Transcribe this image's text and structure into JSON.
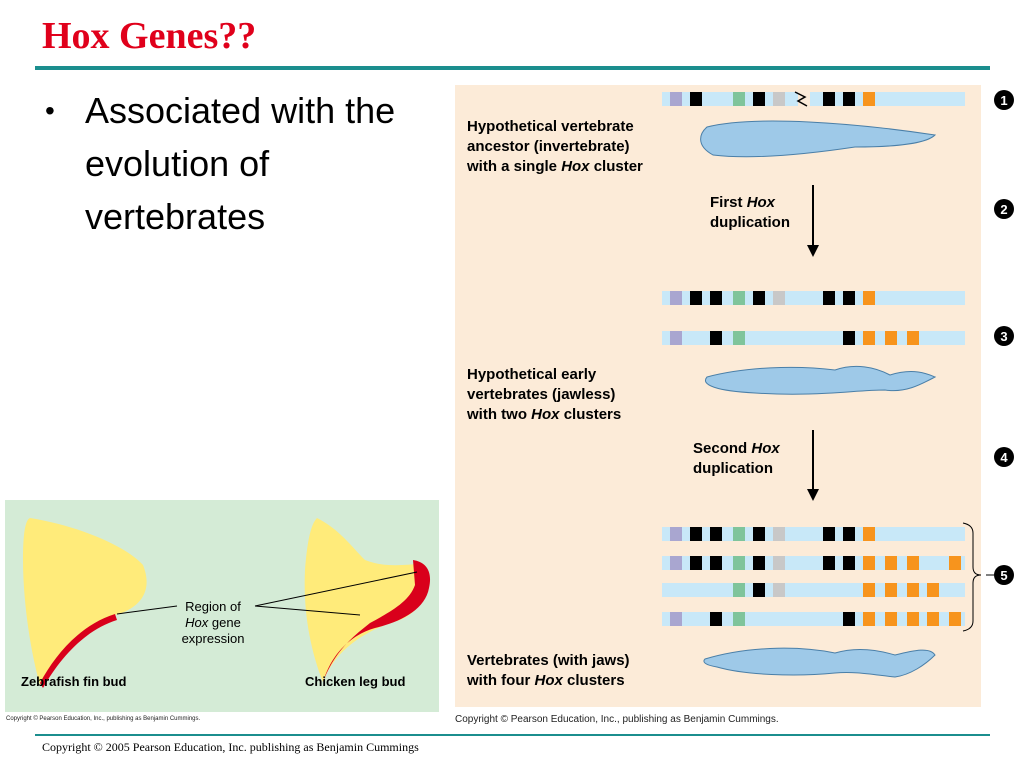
{
  "slide": {
    "title": "Hox Genes??",
    "bullets": [
      "Associated with the evolution of vertebrates"
    ],
    "footer": "Copyright © 2005 Pearson Education, Inc. publishing as Benjamin Cummings"
  },
  "fin_figure": {
    "region_label_1": "Region of",
    "region_label_2_italic": "Hox",
    "region_label_2_rest": "gene",
    "region_label_3": "expression",
    "zebrafish_label": "Zebrafish fin bud",
    "chicken_label": "Chicken leg bud",
    "copyright": "Copyright © Pearson Education, Inc., publishing as Benjamin Cummings."
  },
  "hox_figure": {
    "step_numbers": [
      "1",
      "2",
      "3",
      "4",
      "5"
    ],
    "ancestor_label": [
      "Hypothetical vertebrate",
      "ancestor (invertebrate)",
      "with a single"
    ],
    "ancestor_label_italic": "Hox",
    "ancestor_label_end": "cluster",
    "first_dup": [
      "First",
      "duplication"
    ],
    "first_dup_italic": "Hox",
    "early_label": [
      "Hypothetical early",
      "vertebrates (jawless)",
      "with two"
    ],
    "early_label_italic": "Hox",
    "early_label_end": "clusters",
    "second_dup": [
      "Second",
      "duplication"
    ],
    "second_dup_italic": "Hox",
    "jaws_label": [
      "Vertebrates (with jaws)",
      "with four"
    ],
    "jaws_label_italic": "Hox",
    "jaws_label_end": "clusters",
    "copyright": "Copyright © Pearson Education, Inc., publishing as Benjamin Cummings."
  },
  "colors": {
    "title": "#e0001b",
    "rule": "#1b8e8e",
    "chromosome": "#c8e8f8",
    "gene_black": "#000000",
    "gene_lavender": "#a9a6d0",
    "gene_green": "#7fc49b",
    "gene_gray": "#c8c8c8",
    "gene_orange": "#f7941d",
    "fish": "#9ec9e8",
    "bud_yellow": "#ffeb7a",
    "bud_red": "#d9001b"
  }
}
